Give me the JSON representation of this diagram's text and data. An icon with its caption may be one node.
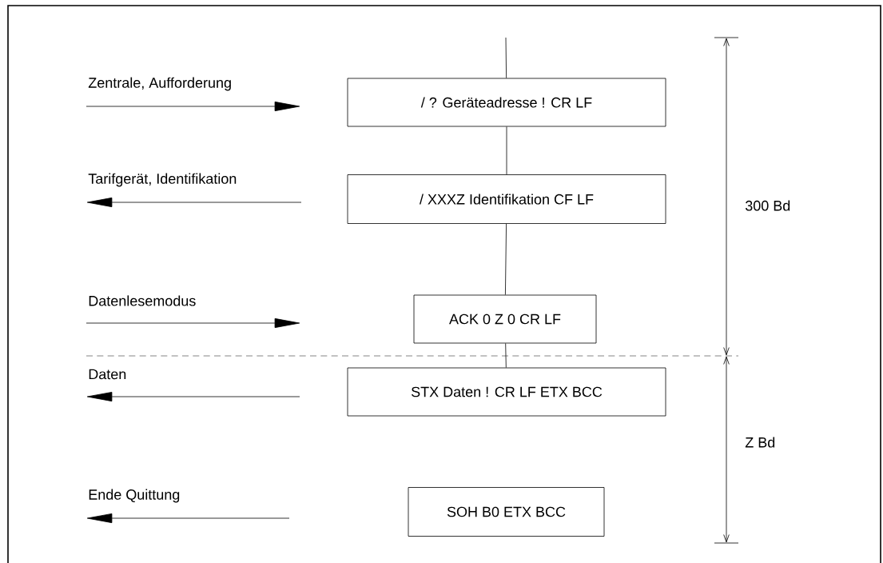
{
  "diagram": {
    "nodes": [
      {
        "text": [
          "/ ? Geräteadresse ! CR LF"
        ]
      },
      {
        "text": [
          "/ XXXZ Identifikation CF LF"
        ]
      },
      {
        "text": [
          "ACK 0 Z 0 CR LF"
        ]
      },
      {
        "text": [
          "STX Daten ! CR LF ETX BCC"
        ]
      },
      {
        "text": [
          "SOH B0 ETX BCC"
        ]
      }
    ],
    "edges": [
      {
        "from": null,
        "to": 0,
        "arrow": "none"
      },
      {
        "from": 0,
        "to": 1,
        "arrow": "none"
      },
      {
        "from": 1,
        "to": 2,
        "arrow": "none"
      },
      {
        "from": 2,
        "to": 3,
        "arrow": "none"
      }
    ],
    "labels": [
      "Zentrale, Aufforderung",
      "Tarifgerät, Identifikation",
      "300 Bd",
      "Datenlesemodus",
      "Daten",
      "Z Bd",
      "Ende Quittung"
    ]
  }
}
